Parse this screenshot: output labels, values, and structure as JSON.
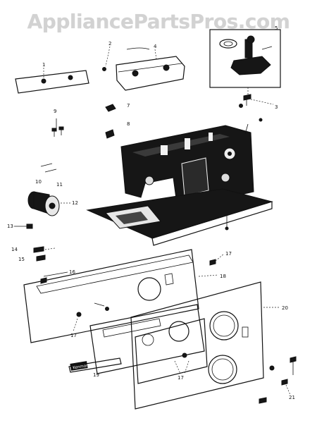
{
  "watermark": "AppliancePartsPros.com",
  "callouts": {
    "c1": "1",
    "c2": "2",
    "c3": "3",
    "c4": "4",
    "c5": "5",
    "c7": "7",
    "c8": "8",
    "c9": "9",
    "c10": "10",
    "c11": "11",
    "c12": "12",
    "c13": "13",
    "c14": "14",
    "c15": "15",
    "c16": "16",
    "c17a": "17",
    "c17b": "17",
    "c17c": "17",
    "c18": "18",
    "c19": "19",
    "c20": "20",
    "c21": "21"
  },
  "nameplate": "Kenmore"
}
